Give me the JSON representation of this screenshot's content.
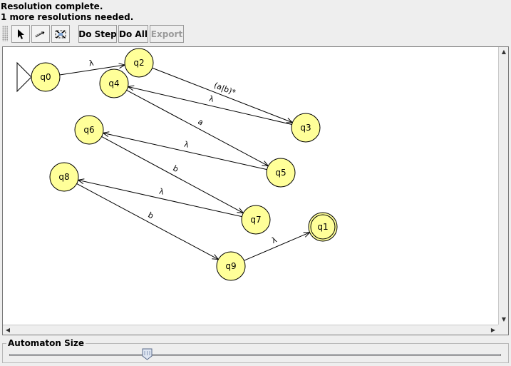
{
  "status": {
    "line1": "Resolution complete.",
    "line2": "1 more resolutions needed."
  },
  "toolbar": {
    "tools": [
      {
        "name": "attribute-editor-tool",
        "icon": "arrow-pointer-icon"
      },
      {
        "name": "transition-creator-tool",
        "icon": "transition-arrow-icon"
      },
      {
        "name": "deleter-tool",
        "icon": "delete-grid-icon"
      }
    ],
    "do_step_label": "Do Step",
    "do_all_label": "Do All",
    "export_label": "Export",
    "export_enabled": false
  },
  "automaton": {
    "states": [
      {
        "id": "q0",
        "label": "q0",
        "initial": true,
        "final": false
      },
      {
        "id": "q2",
        "label": "q2",
        "initial": false,
        "final": false
      },
      {
        "id": "q4",
        "label": "q4",
        "initial": false,
        "final": false
      },
      {
        "id": "q3",
        "label": "q3",
        "initial": false,
        "final": false
      },
      {
        "id": "q6",
        "label": "q6",
        "initial": false,
        "final": false
      },
      {
        "id": "q5",
        "label": "q5",
        "initial": false,
        "final": false
      },
      {
        "id": "q8",
        "label": "q8",
        "initial": false,
        "final": false
      },
      {
        "id": "q7",
        "label": "q7",
        "initial": false,
        "final": false
      },
      {
        "id": "q1",
        "label": "q1",
        "initial": false,
        "final": true
      },
      {
        "id": "q9",
        "label": "q9",
        "initial": false,
        "final": false
      }
    ],
    "transitions": [
      {
        "from": "q0",
        "to": "q2",
        "label": "λ"
      },
      {
        "from": "q2",
        "to": "q3",
        "label": "(a|b)*"
      },
      {
        "from": "q3",
        "to": "q4",
        "label": "λ"
      },
      {
        "from": "q4",
        "to": "q5",
        "label": "a"
      },
      {
        "from": "q5",
        "to": "q6",
        "label": "λ"
      },
      {
        "from": "q6",
        "to": "q7",
        "label": "b"
      },
      {
        "from": "q7",
        "to": "q8",
        "label": "λ"
      },
      {
        "from": "q8",
        "to": "q9",
        "label": "b"
      },
      {
        "from": "q9",
        "to": "q1",
        "label": "λ"
      }
    ],
    "colors": {
      "state_fill": "#ffff99",
      "state_stroke": "#000000"
    }
  },
  "size_panel": {
    "label": "Automaton Size",
    "slider_fraction": 0.28
  }
}
